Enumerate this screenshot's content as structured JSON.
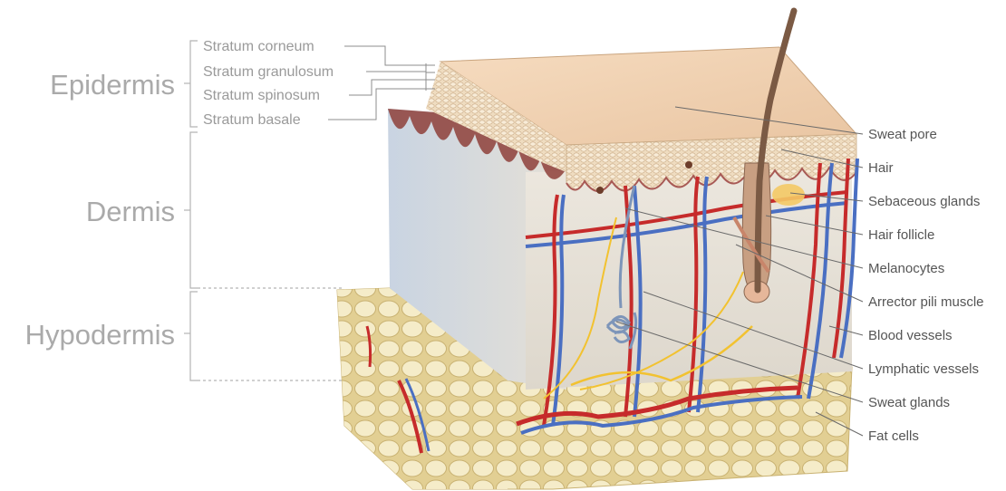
{
  "layers": [
    {
      "name": "Epidermis"
    },
    {
      "name": "Dermis"
    },
    {
      "name": "Hypodermis"
    }
  ],
  "strata": [
    {
      "name": "Stratum corneum"
    },
    {
      "name": "Stratum granulosum"
    },
    {
      "name": "Stratum spinosum"
    },
    {
      "name": "Stratum basale"
    }
  ],
  "structures": [
    {
      "name": "Sweat pore"
    },
    {
      "name": "Hair"
    },
    {
      "name": "Sebaceous glands"
    },
    {
      "name": "Hair follicle"
    },
    {
      "name": "Melanocytes"
    },
    {
      "name": "Arrector pili muscle"
    },
    {
      "name": "Blood vessels"
    },
    {
      "name": "Lymphatic vessels"
    },
    {
      "name": "Sweat glands"
    },
    {
      "name": "Fat cells"
    }
  ],
  "colors": {
    "epidermis_top": "#f2d2b0",
    "dermis": "#ebe7df",
    "fat": "#efe2b4",
    "artery": "#c62b2b",
    "vein": "#4a6fc2",
    "nerve": "#f2c230",
    "hair": "#7b5a44"
  }
}
